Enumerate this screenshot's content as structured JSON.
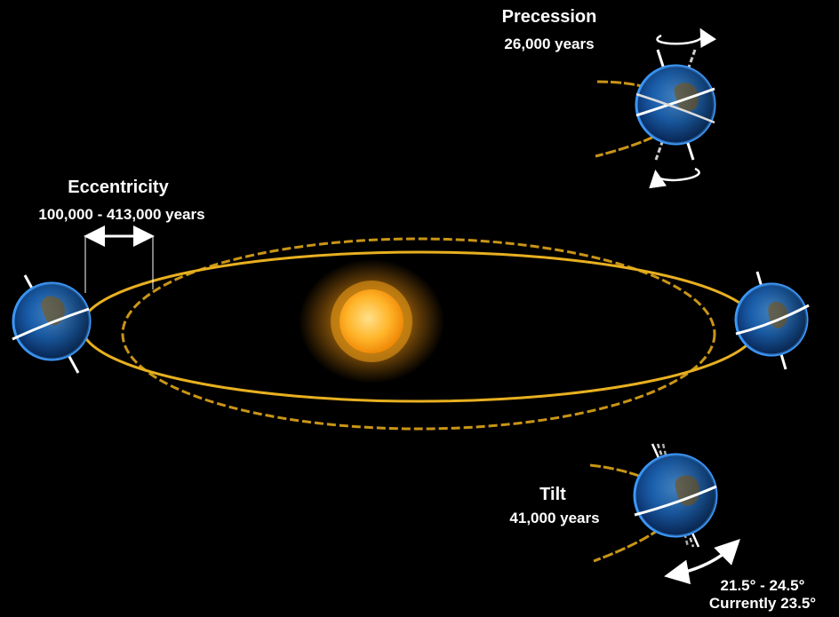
{
  "diagram": {
    "eccentricity": {
      "title": "Eccentricity",
      "period": "100,000 - 413,000 years"
    },
    "precession": {
      "title": "Precession",
      "period": "26,000 years"
    },
    "tilt": {
      "title": "Tilt",
      "period": "41,000 years",
      "range": "21.5° - 24.5°",
      "current": "Currently 23.5°"
    }
  },
  "colors": {
    "background": "#000000",
    "orbit": "#e8b020",
    "orbit_dashed": "#c99516",
    "sun_core": "#ffb52a",
    "sun_glow": "#f5a010",
    "earth_ocean": "#1f6fc9",
    "earth_rim": "#3d9bff",
    "earth_land": "#8a7a52",
    "equator": "#ffffff",
    "text": "#ffffff"
  }
}
